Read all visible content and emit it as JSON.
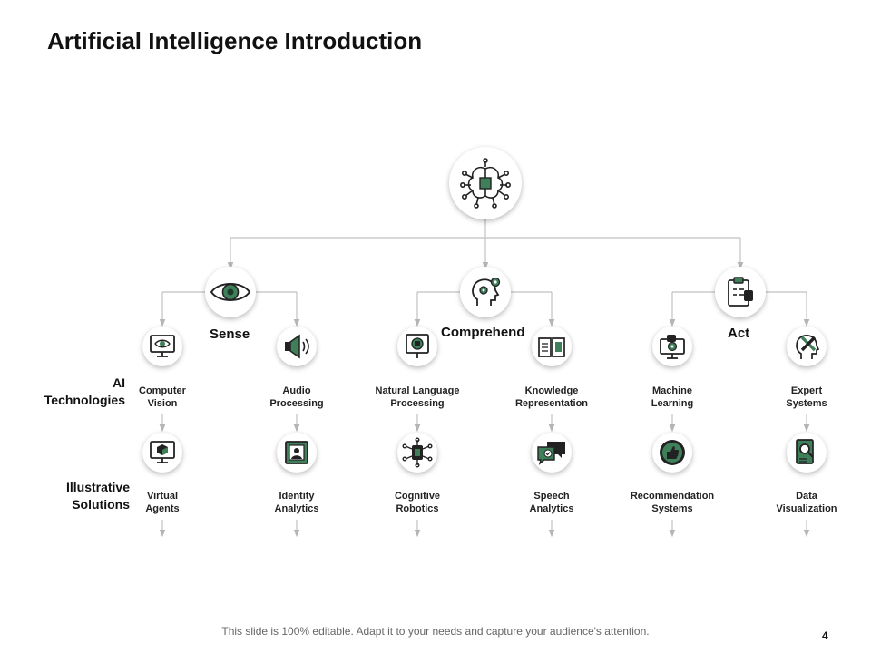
{
  "slide": {
    "title": "Artificial Intelligence Introduction",
    "footer": "This slide is 100% editable. Adapt it to your needs and capture your audience's attention.",
    "page_number": "4"
  },
  "colors": {
    "accent": "#3f7f5a",
    "line": "#c0c0c0",
    "icon": "#222222"
  },
  "root": {
    "icon": "brain-chip-icon"
  },
  "categories": [
    {
      "label": "Sense",
      "icon": "eye-icon"
    },
    {
      "label": "Comprehend",
      "icon": "head-gears-icon"
    },
    {
      "label": "Act",
      "icon": "clipboard-icon"
    }
  ],
  "row_labels": {
    "technologies": [
      "AI",
      "Technologies"
    ],
    "solutions": [
      "Illustrative",
      "Solutions"
    ]
  },
  "technologies": [
    {
      "lines": [
        "Computer",
        "Vision"
      ],
      "icon": "monitor-eye-icon"
    },
    {
      "lines": [
        "Audio",
        "Processing"
      ],
      "icon": "speaker-icon"
    },
    {
      "lines": [
        "Natural Language",
        "Processing"
      ],
      "icon": "chip-screen-icon"
    },
    {
      "lines": [
        "Knowledge",
        "Representation"
      ],
      "icon": "book-icon"
    },
    {
      "lines": [
        "Machine",
        "Learning"
      ],
      "icon": "robot-monitor-icon"
    },
    {
      "lines": [
        "Expert",
        "Systems"
      ],
      "icon": "head-tools-icon"
    }
  ],
  "solutions": [
    {
      "lines": [
        "Virtual",
        "Agents"
      ],
      "icon": "monitor-cube-icon"
    },
    {
      "lines": [
        "Identity",
        "Analytics"
      ],
      "icon": "id-screen-icon"
    },
    {
      "lines": [
        "Cognitive",
        "Robotics"
      ],
      "icon": "circuit-chip-icon"
    },
    {
      "lines": [
        "Speech",
        "Analytics"
      ],
      "icon": "chat-bubbles-icon"
    },
    {
      "lines": [
        "Recommendation",
        "Systems"
      ],
      "icon": "thumbs-up-badge-icon"
    },
    {
      "lines": [
        "Data",
        "Visualization"
      ],
      "icon": "report-magnifier-icon"
    }
  ]
}
